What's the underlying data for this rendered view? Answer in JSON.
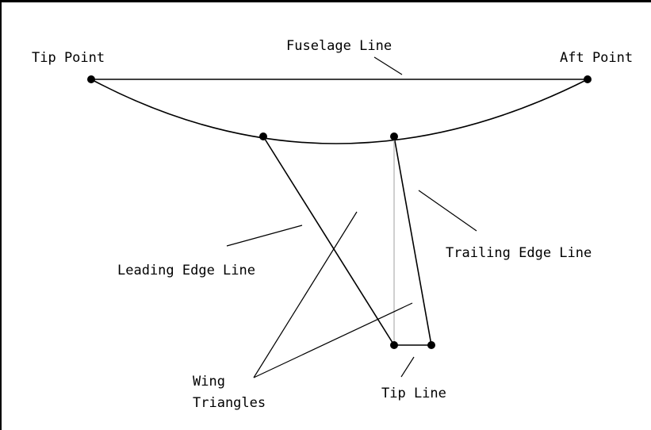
{
  "diagram": {
    "labels": {
      "fuselage_line": "Fuselage Line",
      "tip_point": "Tip Point",
      "aft_point": "Aft Point",
      "leading_edge_line": "Leading Edge Line",
      "trailing_edge_line": "Trailing Edge Line",
      "wing_line1": "Wing",
      "wing_line2": "Triangles",
      "tip_line": "Tip Line"
    },
    "colors": {
      "stroke": "#000000",
      "faint_line": "#b0b0b0",
      "background": "#ffffff"
    }
  }
}
